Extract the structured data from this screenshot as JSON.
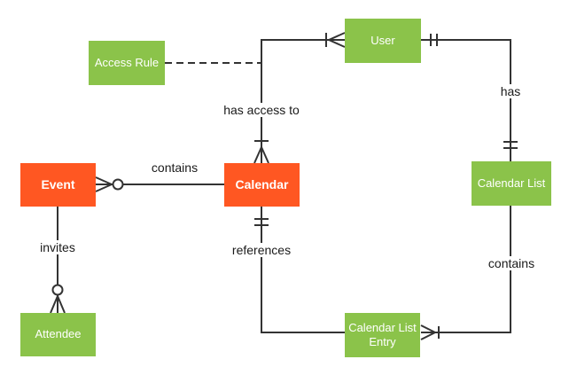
{
  "diagram": {
    "entities": [
      {
        "id": "event",
        "label": "Event",
        "style": "primary"
      },
      {
        "id": "calendar",
        "label": "Calendar",
        "style": "primary"
      },
      {
        "id": "user",
        "label": "User",
        "style": "secondary"
      },
      {
        "id": "access-rule",
        "label": "Access Rule",
        "style": "secondary"
      },
      {
        "id": "calendar-list",
        "label": "Calendar List",
        "style": "secondary"
      },
      {
        "id": "attendee",
        "label": "Attendee",
        "style": "secondary"
      },
      {
        "id": "calendar-list-entry",
        "label": "Calendar List Entry",
        "style": "secondary"
      }
    ],
    "relationships": [
      {
        "label": "contains",
        "from": "Event",
        "to": "Calendar",
        "from_cardinality": "zero-or-many",
        "to_cardinality": "none",
        "line_style": "solid"
      },
      {
        "label": "has access to",
        "from": "Calendar",
        "to": "User",
        "from_cardinality": "one-or-many",
        "to_cardinality": "one-or-many",
        "line_style": "solid"
      },
      {
        "label": "invites",
        "from": "Event",
        "to": "Attendee",
        "from_cardinality": "none",
        "to_cardinality": "zero-or-many",
        "line_style": "solid"
      },
      {
        "label": "has",
        "from": "User",
        "to": "Calendar List",
        "from_cardinality": "exactly-one",
        "to_cardinality": "exactly-one",
        "line_style": "solid"
      },
      {
        "label": "contains",
        "from": "Calendar List",
        "to": "Calendar List Entry",
        "from_cardinality": "none",
        "to_cardinality": "one-or-many",
        "line_style": "solid"
      },
      {
        "label": "references",
        "from": "Calendar",
        "to": "Calendar List Entry",
        "from_cardinality": "exactly-one",
        "to_cardinality": "none",
        "line_style": "solid"
      },
      {
        "label": "",
        "from": "Access Rule",
        "to": "has access to",
        "from_cardinality": "none",
        "to_cardinality": "none",
        "line_style": "dashed"
      }
    ],
    "colors": {
      "entity_primary": "#FF5722",
      "entity_secondary": "#8BC34A",
      "line": "#333333",
      "label_text": "#1a1a1a",
      "entity_text": "#ffffff",
      "background": "#ffffff"
    }
  }
}
